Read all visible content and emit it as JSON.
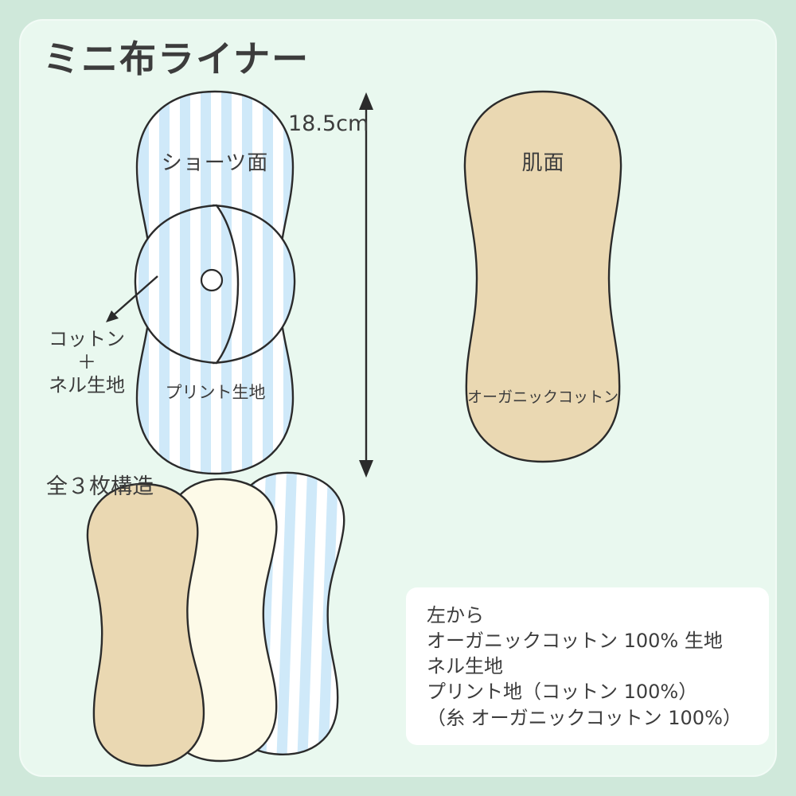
{
  "title": "ミニ布ライナー",
  "shorts_side": {
    "surface_label": "ショーツ面",
    "fabric_label": "プリント生地",
    "wing_label_lines": [
      "コットン",
      "＋",
      "ネル生地"
    ],
    "height_label": "18.5cm"
  },
  "skin_side": {
    "surface_label": "肌面",
    "fabric_label": "オーガニックコットン"
  },
  "layers_section": {
    "label": "全３枚構造"
  },
  "info_box": {
    "lines": [
      "左から",
      "オーガニックコットン 100% 生地",
      "ネル生地",
      "プリント地（コットン 100%）",
      "（糸 オーガニックコットン 100%）"
    ]
  },
  "colors": {
    "outer_background": "#cfe8da",
    "panel_background": "#e9f8ef",
    "stripe_blue": "#cfe9f9",
    "stripe_white": "#ffffff",
    "beige": "#ead8b2",
    "cream": "#fdfae8",
    "outline": "#2b2b2b",
    "text": "#3c3c3c",
    "info_box_background": "#ffffff"
  }
}
